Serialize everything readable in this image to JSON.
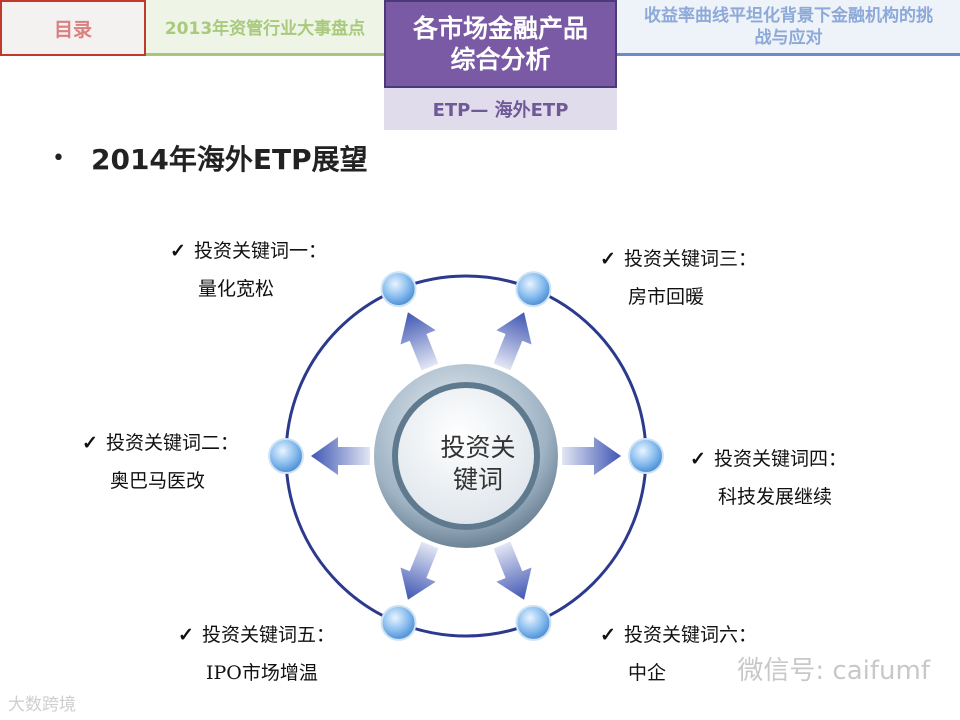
{
  "nav": {
    "tab1": "目录",
    "tab2": "2013年资管行业大事盘点",
    "tab3_line1": "各市场金融产品",
    "tab3_line2": "综合分析",
    "tab4_line1": "收益率曲线平坦化背景下金融机构的挑",
    "tab4_line2": "战与应对",
    "subtab": "ETP— 海外ETP"
  },
  "bullet": "2014年海外ETP展望",
  "diagram": {
    "center_line1": "投资关",
    "center_line2": "键词",
    "colors": {
      "ring": "#2b3a8c",
      "node": "#6aa6e6",
      "arrow": "#3f56b3",
      "hub": "#b7c8d6"
    },
    "keywords": [
      {
        "label": "投资关键词一：",
        "value": "量化宽松"
      },
      {
        "label": "投资关键词二：",
        "value": "奥巴马医改"
      },
      {
        "label": "投资关键词三：",
        "value": "房市回暖"
      },
      {
        "label": "投资关键词四：",
        "value": "科技发展继续"
      },
      {
        "label": "投资关键词五：",
        "value": "IPO市场增温"
      },
      {
        "label": "投资关键词六：",
        "value": "中企"
      }
    ]
  },
  "check_symbol": "✓",
  "watermark": "微信号: caifumf",
  "corner_mark": "大数跨境"
}
